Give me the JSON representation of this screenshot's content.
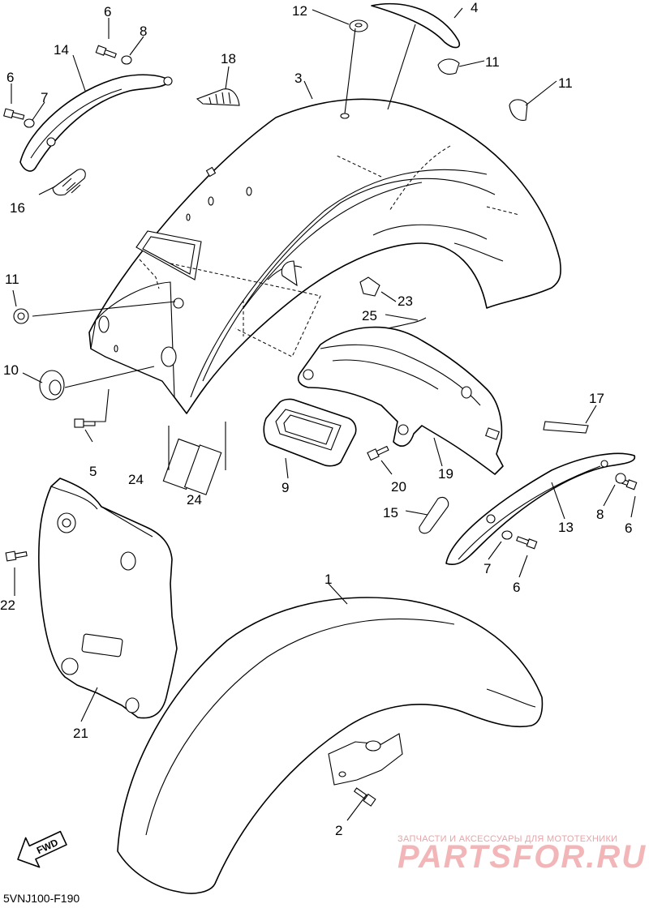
{
  "diagram": {
    "code": "5VNJ100-F190",
    "fwd_label": "FWD",
    "watermark_small": "ЗАПЧАСТИ И АКСЕССУАРЫ ДЛЯ МОТОТЕХНИКИ",
    "watermark_big": "PARTSFOR.RU",
    "callouts": [
      "1",
      "2",
      "3",
      "4",
      "5",
      "6",
      "6",
      "6",
      "6",
      "7",
      "7",
      "8",
      "8",
      "9",
      "10",
      "11",
      "11",
      "11",
      "12",
      "13",
      "14",
      "15",
      "16",
      "17",
      "18",
      "19",
      "20",
      "21",
      "22",
      "23",
      "24",
      "24",
      "25"
    ]
  }
}
